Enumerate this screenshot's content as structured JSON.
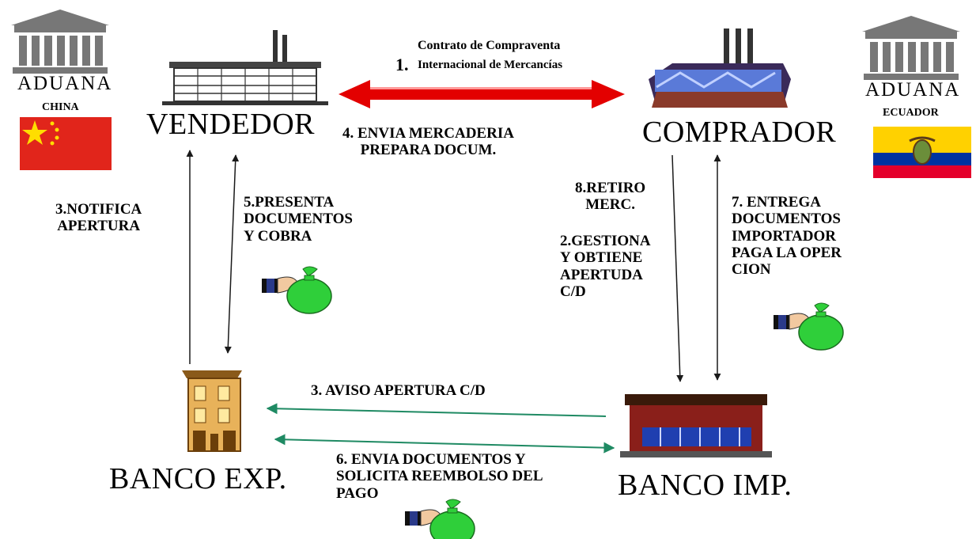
{
  "customs_left": {
    "title": "ADUANA",
    "country": "CHINA",
    "flag_colors": {
      "red": "#e1251b",
      "star": "#ffde00"
    }
  },
  "customs_right": {
    "title": "ADUANA",
    "country": "ECUADOR",
    "flag_colors": {
      "yellow": "#ffd100",
      "blue": "#0033a0",
      "red": "#e4002b"
    }
  },
  "nodes": {
    "seller": "VENDEDOR",
    "buyer": "COMPRADOR",
    "bank_exp": "BANCO EXP.",
    "bank_imp": "BANCO IMP."
  },
  "steps": {
    "s1_title": "Contrato de Compraventa",
    "s1_num": "1.",
    "s1_sub": "Internacional de Mercancías",
    "s2": "2.GESTIONA\nY OBTIENE\nAPERTUDA\nC/D",
    "s3_notify": "3.NOTIFICA\nAPERTURA",
    "s3_aviso": "3. AVISO APERTURA C/D",
    "s4": "4. ENVIA MERCADERIA\nPREPARA DOCUM.",
    "s5": "5.PRESENTA\nDOCUMENTOS\nY COBRA",
    "s6": "6. ENVIA DOCUMENTOS Y\nSOLICITA REEMBOLSO DEL\nPAGO",
    "s7": "7. ENTREGA\nDOCUMENTOS\nIMPORTADOR\nPAGA LA OPER\nCION",
    "s8": "8.RETIRO\nMERC."
  },
  "icons": [
    "customs-building-icon",
    "factory-icon",
    "bank-building-icon",
    "money-bag-icon",
    "china-flag-icon",
    "ecuador-flag-icon"
  ],
  "colors": {
    "contract_arrow": "#e30000",
    "bank_arrows": "#1f8a63",
    "money_bag": "#2fcf3a"
  }
}
